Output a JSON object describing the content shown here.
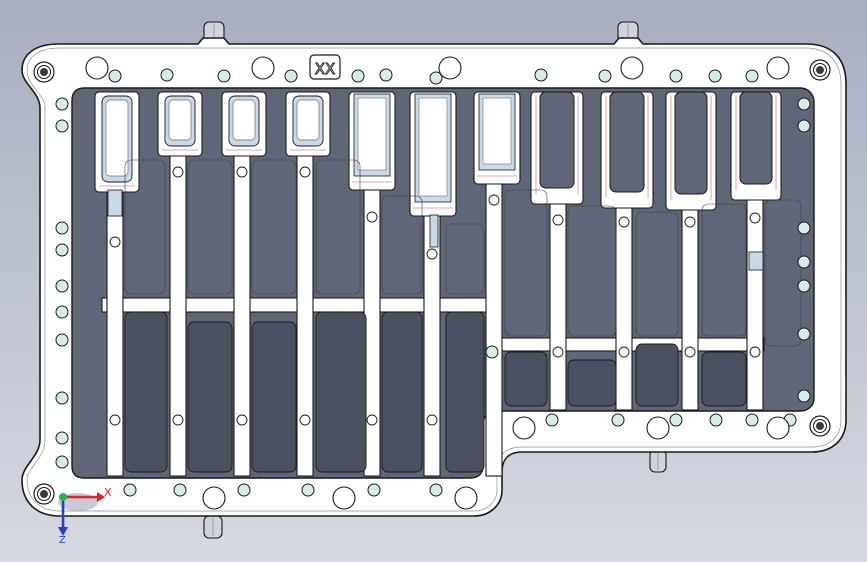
{
  "part": {
    "engraving": "XX",
    "colors": {
      "body": "#ffffff",
      "edge": "#1a1a1a",
      "hole_fill": "#d4eee4",
      "pocket": "#5f6678",
      "pocket_dark": "#4b5161",
      "pin": "#cfd3da",
      "highlight": "#c8d9e8",
      "pink": "#e9b8be"
    }
  },
  "triad": {
    "x_label": "X",
    "z_label": "Z",
    "colors": {
      "x": "#e0212a",
      "y": "#2bb24c",
      "z": "#2b3ec9"
    }
  },
  "viewport_bg": {
    "top": "#a9aebf",
    "bottom": "#d6d9e1"
  }
}
